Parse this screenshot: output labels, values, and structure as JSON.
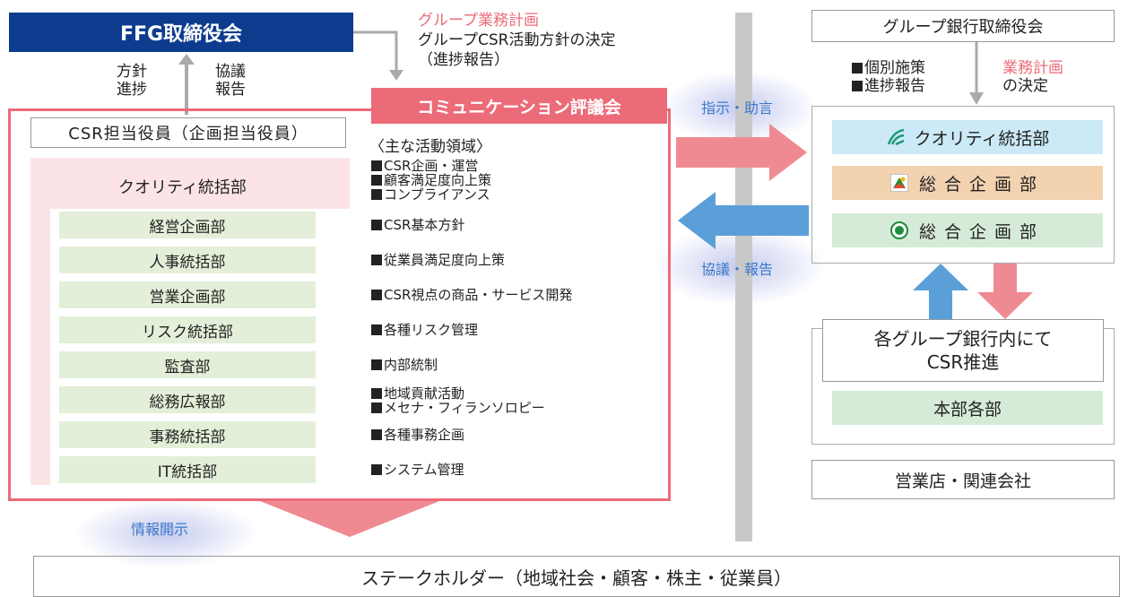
{
  "ffg_board": "FFG取締役会",
  "policy_progress": [
    "方針",
    "進捗"
  ],
  "discussion_report": [
    "協議",
    "報告"
  ],
  "business_plan_label": "グループ業務計画",
  "policy_decision_line1": "グループCSR活動方針の決定",
  "policy_decision_line2": "（進捗報告）",
  "committee_title": "コミュニケーション評議会",
  "csr_officer": "CSR担当役員（企画担当役員）",
  "activities_heading": "〈主な活動領域〉",
  "quality_dept": "クオリティ統括部",
  "quality_activities": [
    "CSR企画・運営",
    "顧客満足度向上策",
    "コンプライアンス"
  ],
  "departments": [
    {
      "name": "経営企画部",
      "activities": [
        "CSR基本方針"
      ]
    },
    {
      "name": "人事統括部",
      "activities": [
        "従業員満足度向上策"
      ]
    },
    {
      "name": "営業企画部",
      "activities": [
        "CSR視点の商品・サービス開発"
      ]
    },
    {
      "name": "リスク統括部",
      "activities": [
        "各種リスク管理"
      ]
    },
    {
      "name": "監査部",
      "activities": [
        "内部統制"
      ]
    },
    {
      "name": "総務広報部",
      "activities": [
        "地域貢献活動",
        "メセナ・フィランソロピー"
      ]
    },
    {
      "name": "事務統括部",
      "activities": [
        "各種事務企画"
      ]
    },
    {
      "name": "IT統括部",
      "activities": [
        "システム管理"
      ]
    }
  ],
  "instruct_advice": "指示・助言",
  "discuss_report": "協議・報告",
  "info_disclosure": "情報開示",
  "group_bank_board": "グループ銀行取締役会",
  "individual_measures": [
    "個別施策",
    "進捗報告"
  ],
  "plan_decision_red": "業務計画",
  "plan_decision_black": "の決定",
  "bank_departments": [
    "クオリティ統括部",
    "総合企画部",
    "総合企画部"
  ],
  "bank_csr": [
    "各グループ銀行内にて",
    "CSR推進"
  ],
  "headquarters": "本部各部",
  "branches": "営業店・関連会社",
  "stakeholders": "ステークホルダー（地域社会・顧客・株主・従業員）",
  "colors": {
    "ffg_blue": "#0d3c8e",
    "committee_red": "#ec6b78",
    "pink_arrow": "#f08a92",
    "blue_arrow": "#5b9fd8",
    "dept_green": "#e3efd8",
    "bank_quality": "#cbe9f6",
    "bank_plan_orange": "#f3d2b0",
    "bank_plan_green": "#d5ebd7",
    "divider_gray": "#c8c8c8"
  },
  "icons": [
    "bank-logo-leaf-icon",
    "bank-logo-square-icon",
    "bank-logo-circle-icon"
  ]
}
